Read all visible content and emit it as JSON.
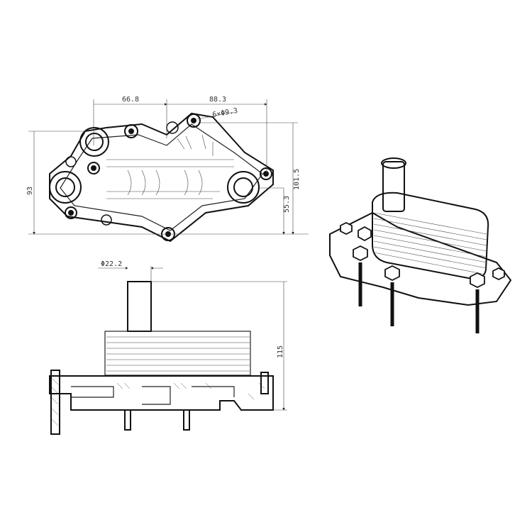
{
  "dimensions": {
    "top_width_left": "66.8",
    "top_width_right": "88.3",
    "hole_spec": "6×Φ9.3",
    "height_total": "93",
    "height_right": "101.5",
    "height_port": "55.3",
    "pipe_diameter": "Φ22.2",
    "side_height": "115"
  }
}
